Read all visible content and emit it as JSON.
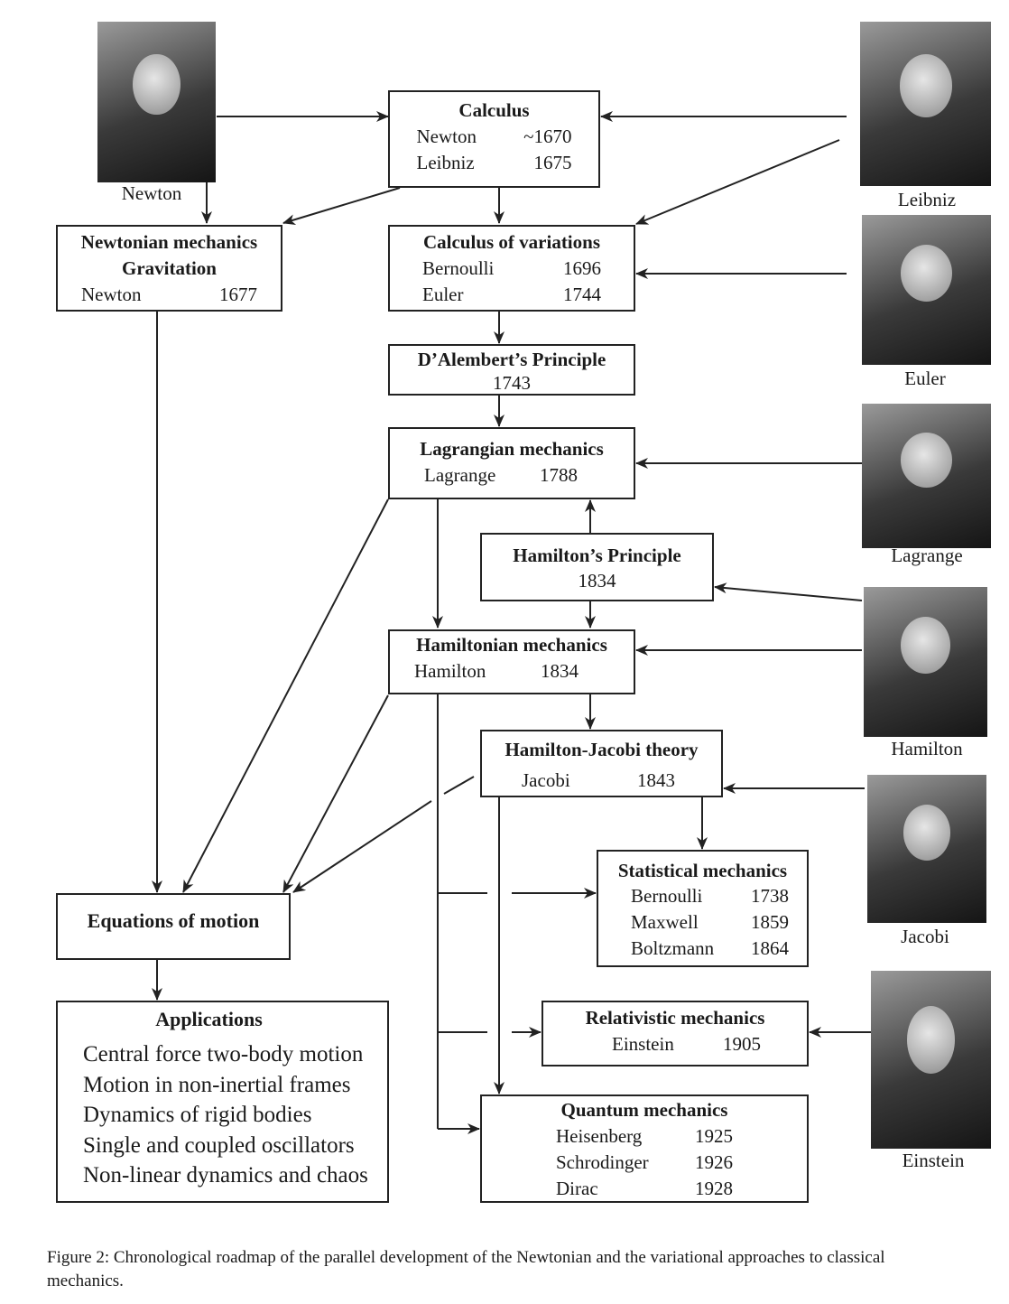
{
  "boxes": {
    "calculus": {
      "title": "Calculus",
      "rows": [
        [
          "Newton",
          "~1670"
        ],
        [
          "Leibniz",
          "1675"
        ]
      ]
    },
    "newtonian": {
      "title1": "Newtonian mechanics",
      "title2": "Gravitation",
      "rows": [
        [
          "Newton",
          "1677"
        ]
      ]
    },
    "variations": {
      "title": "Calculus of variations",
      "rows": [
        [
          "Bernoulli",
          "1696"
        ],
        [
          "Euler",
          "1744"
        ]
      ]
    },
    "dalembert": {
      "title": "D’Alembert’s Principle",
      "year": "1743"
    },
    "lagrangian": {
      "title": "Lagrangian mechanics",
      "rows": [
        [
          "Lagrange",
          "1788"
        ]
      ]
    },
    "hamiltons_principle": {
      "title": "Hamilton’s Principle",
      "year": "1834"
    },
    "hamiltonian": {
      "title": "Hamiltonian mechanics",
      "rows": [
        [
          "Hamilton",
          "1834"
        ]
      ]
    },
    "hamilton_jacobi": {
      "title": "Hamilton-Jacobi theory",
      "rows": [
        [
          "Jacobi",
          "1843"
        ]
      ]
    },
    "statistical": {
      "title": "Statistical mechanics",
      "rows": [
        [
          "Bernoulli",
          "1738"
        ],
        [
          "Maxwell",
          "1859"
        ],
        [
          "Boltzmann",
          "1864"
        ]
      ]
    },
    "equations": {
      "title": "Equations of motion"
    },
    "applications": {
      "title": "Applications",
      "items": [
        "Central force two-body motion",
        "Motion in non-inertial frames",
        "Dynamics of rigid bodies",
        "Single and coupled oscillators",
        "Non-linear dynamics and chaos"
      ]
    },
    "relativistic": {
      "title": "Relativistic mechanics",
      "rows": [
        [
          "Einstein",
          "1905"
        ]
      ]
    },
    "quantum": {
      "title": "Quantum mechanics",
      "rows": [
        [
          "Heisenberg",
          "1925"
        ],
        [
          "Schrodinger",
          "1926"
        ],
        [
          "Dirac",
          "1928"
        ]
      ]
    }
  },
  "portraits": [
    "Newton",
    "Leibniz",
    "Euler",
    "Lagrange",
    "Hamilton",
    "Jacobi",
    "Einstein"
  ],
  "caption": "Figure 2:  Chronological roadmap of the parallel development of the Newtonian and the variational approaches to classical mechanics."
}
